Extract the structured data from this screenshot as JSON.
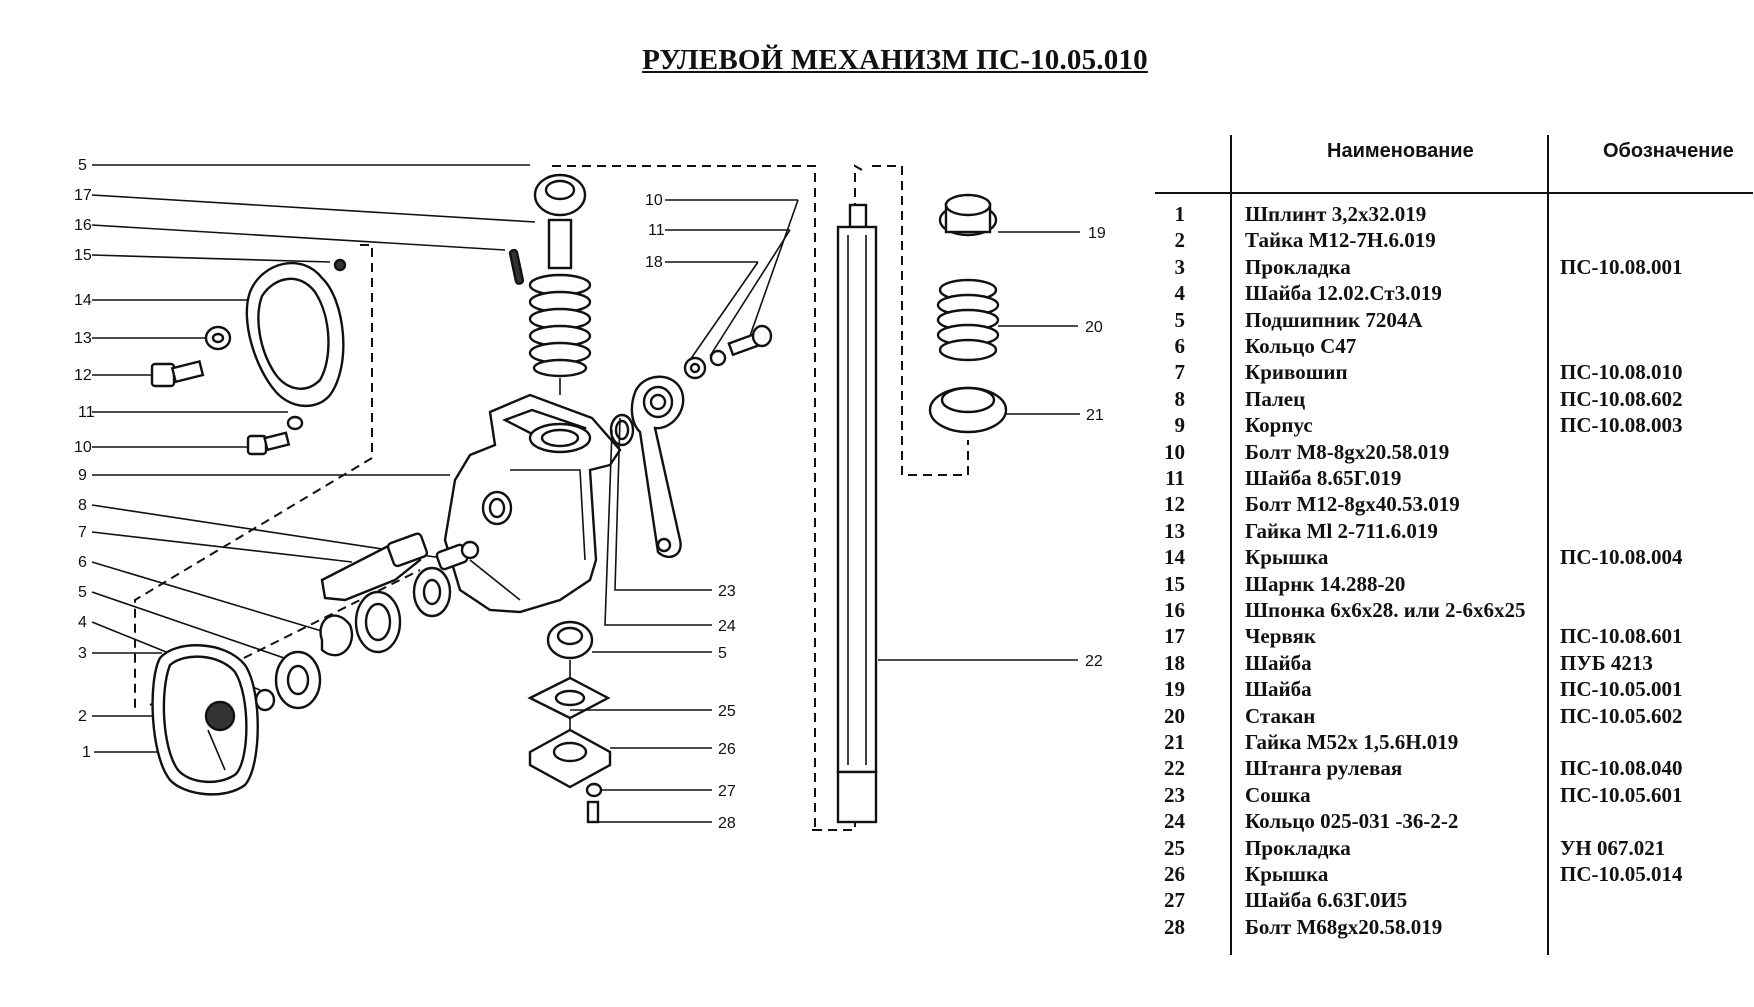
{
  "title": "РУЛЕВОЙ МЕХАНИЗМ ПС-10.05.010",
  "table": {
    "headers": {
      "name": "Наименование",
      "code": "Обозначение"
    },
    "rows": [
      {
        "n": "1",
        "name": "Шплинт 3,2х32.019",
        "code": ""
      },
      {
        "n": "2",
        "name": "Тайка М12-7Н.6.019",
        "code": ""
      },
      {
        "n": "3",
        "name": "Прокладка",
        "code": "ПС-10.08.001"
      },
      {
        "n": "4",
        "name": "Шайба 12.02.Ст3.019",
        "code": ""
      },
      {
        "n": "5",
        "name": "Подшипник 7204А",
        "code": ""
      },
      {
        "n": "6",
        "name": "Кольцо С47",
        "code": ""
      },
      {
        "n": "7",
        "name": "Кривошип",
        "code": "ПС-10.08.010"
      },
      {
        "n": "8",
        "name": "Палец",
        "code": "ПС-10.08.602"
      },
      {
        "n": "9",
        "name": "Корпус",
        "code": "ПС-10.08.003"
      },
      {
        "n": "10",
        "name": "Болт М8-8gх20.58.019",
        "code": ""
      },
      {
        "n": "11",
        "name": "Шайба 8.65Г.019",
        "code": ""
      },
      {
        "n": "12",
        "name": "Болт М12-8gх40.53.019",
        "code": ""
      },
      {
        "n": "13",
        "name": "Гайка Ml 2-711.6.019",
        "code": ""
      },
      {
        "n": "14",
        "name": "Крышка",
        "code": "ПС-10.08.004"
      },
      {
        "n": "15",
        "name": "Шарнк 14.288-20",
        "code": ""
      },
      {
        "n": "16",
        "name": "Шпонка 6х6х28. или 2-6х6х25",
        "code": ""
      },
      {
        "n": "17",
        "name": "Червяк",
        "code": "ПС-10.08.601"
      },
      {
        "n": "18",
        "name": "Шайба",
        "code": "ПУБ 4213"
      },
      {
        "n": "19",
        "name": "Шайба",
        "code": "ПС-10.05.001"
      },
      {
        "n": "20",
        "name": "Стакан",
        "code": "ПС-10.05.602"
      },
      {
        "n": "21",
        "name": "Гайка М52х 1,5.6Н.019",
        "code": ""
      },
      {
        "n": "22",
        "name": "Штанга рулевая",
        "code": "ПС-10.08.040"
      },
      {
        "n": "23",
        "name": "Сошка",
        "code": "ПС-10.05.601"
      },
      {
        "n": "24",
        "name": "Кольцо 025-031 -36-2-2",
        "code": ""
      },
      {
        "n": "25",
        "name": "Прокладка",
        "code": "УН 067.021"
      },
      {
        "n": "26",
        "name": "Крышка",
        "code": "ПС-10.05.014"
      },
      {
        "n": "27",
        "name": "Шайба 6.63Г.0И5",
        "code": ""
      },
      {
        "n": "28",
        "name": "Болт М68gх20.58.019",
        "code": ""
      }
    ]
  },
  "callouts": {
    "left": [
      "5",
      "17",
      "16",
      "15",
      "14",
      "13",
      "12",
      "11",
      "10",
      "9",
      "8",
      "7",
      "6",
      "5",
      "4",
      "3",
      "2",
      "1"
    ],
    "mid": [
      "10",
      "11",
      "18"
    ],
    "right_lower": [
      "23",
      "24",
      "5",
      "25",
      "26",
      "27",
      "28"
    ],
    "right": [
      "19",
      "20",
      "21",
      "22"
    ]
  }
}
